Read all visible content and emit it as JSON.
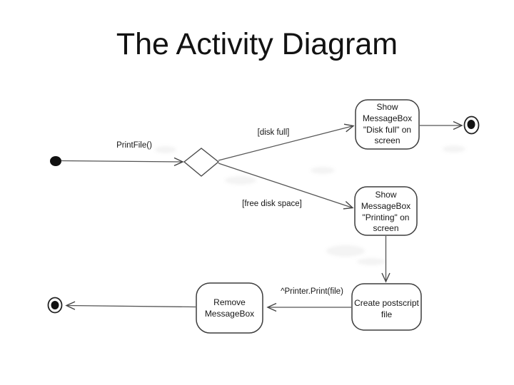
{
  "title": "The Activity Diagram",
  "diagram": {
    "edges": {
      "start_call_label": "PrintFile()",
      "guard_disk_full": "[disk full]",
      "guard_free_disk_space": "[free disk space]",
      "send_signal_label": "^Printer.Print(file)"
    },
    "activities": {
      "show_disk_full": {
        "lines": [
          "Show",
          "MessageBox",
          "\"Disk full\" on",
          "screen"
        ]
      },
      "show_printing": {
        "lines": [
          "Show",
          "MessageBox",
          "\"Printing\" on",
          "screen"
        ]
      },
      "create_postscript": {
        "lines": [
          "Create postscript",
          "file"
        ]
      },
      "remove_messagebox": {
        "lines": [
          "Remove",
          "MessageBox"
        ]
      }
    },
    "colors": {
      "ink": "#161616",
      "line": "#555555",
      "background": "#ffffff"
    }
  }
}
